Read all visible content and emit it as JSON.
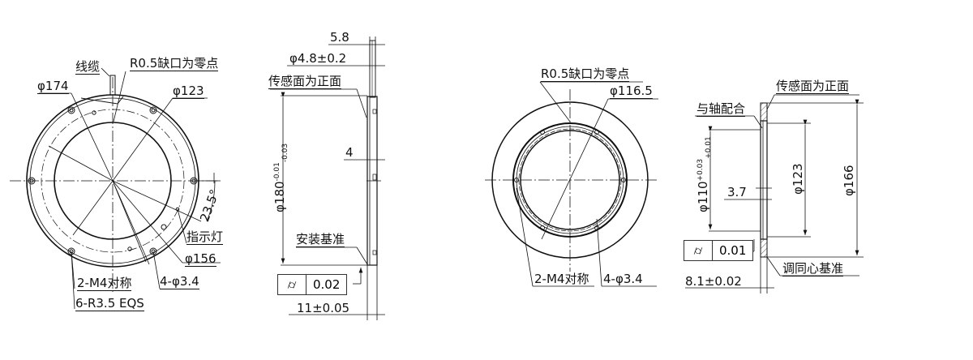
{
  "drawing": {
    "line_color": "#111111",
    "background": "#ffffff"
  },
  "view1_front": {
    "cable_label": "线缆",
    "notch_label": "R0.5缺口为零点",
    "outer_dia": "φ174",
    "inner_dia": "φ123",
    "angle": "23.5°",
    "indicator_label": "指示灯",
    "pcd_dia": "φ156",
    "holes": "4-φ3.4",
    "threads": "2-M4对称",
    "radii": "6-R3.5 EQS"
  },
  "view2_side": {
    "cable_width": "5.8",
    "cable_dia": "φ4.8±0.2",
    "sensing_face": "传感面为正面",
    "dim_4": "4",
    "outer_dia_base": "φ180",
    "outer_dia_upper": "-0.01",
    "outer_dia_lower": "-0.03",
    "mount_datum": "安装基准",
    "runout_symbol": "⌭",
    "runout_tol": "0.02",
    "thickness": "11±0.05"
  },
  "view3_front": {
    "notch_label": "R0.5缺口为零点",
    "inner_dia": "φ116.5",
    "threads": "2-M4对称",
    "holes": "4-φ3.4"
  },
  "view4_side": {
    "sensing_face": "传感面为正面",
    "shaft_fit": "与轴配合",
    "bore_dia_base": "φ110",
    "bore_dia_upper": "+0.03",
    "bore_dia_lower": "+0.01",
    "dim_3_7": "3.7",
    "dia_123": "φ123",
    "dia_166": "φ166",
    "runout_symbol": "⌭",
    "runout_tol": "0.01",
    "centering_datum": "调同心基准",
    "thickness": "8.1±0.02"
  }
}
